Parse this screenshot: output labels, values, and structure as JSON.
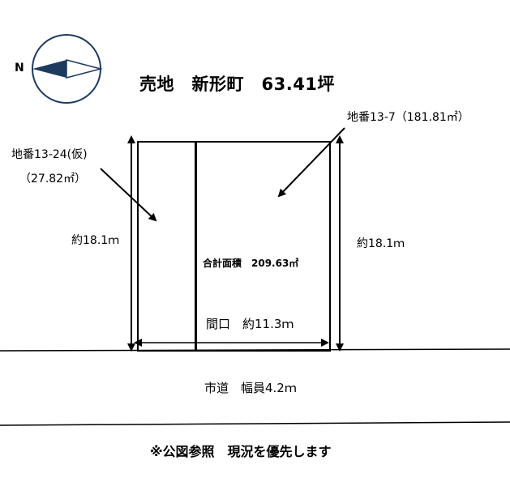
{
  "title": "売地　新形町　63.41坪",
  "compass": {
    "label": "N",
    "icon": "north-arrow-icon"
  },
  "lots": {
    "main": "地番13-7（181.81㎡）",
    "side_number": "地番13-24(仮)",
    "side_area": "（27.82㎡）"
  },
  "dimensions": {
    "depth_left": "約18.1ｍ",
    "depth_right": "約18.1ｍ",
    "frontage": "間口　約11.3ｍ"
  },
  "total_area": "合計面積　209.63㎡",
  "road": "市道　幅員4.2ｍ",
  "note": "※公図参照　現況を優先します",
  "colors": {
    "line": "#000000",
    "compass_fill": "#1f3a5f",
    "background": "#ffffff"
  }
}
